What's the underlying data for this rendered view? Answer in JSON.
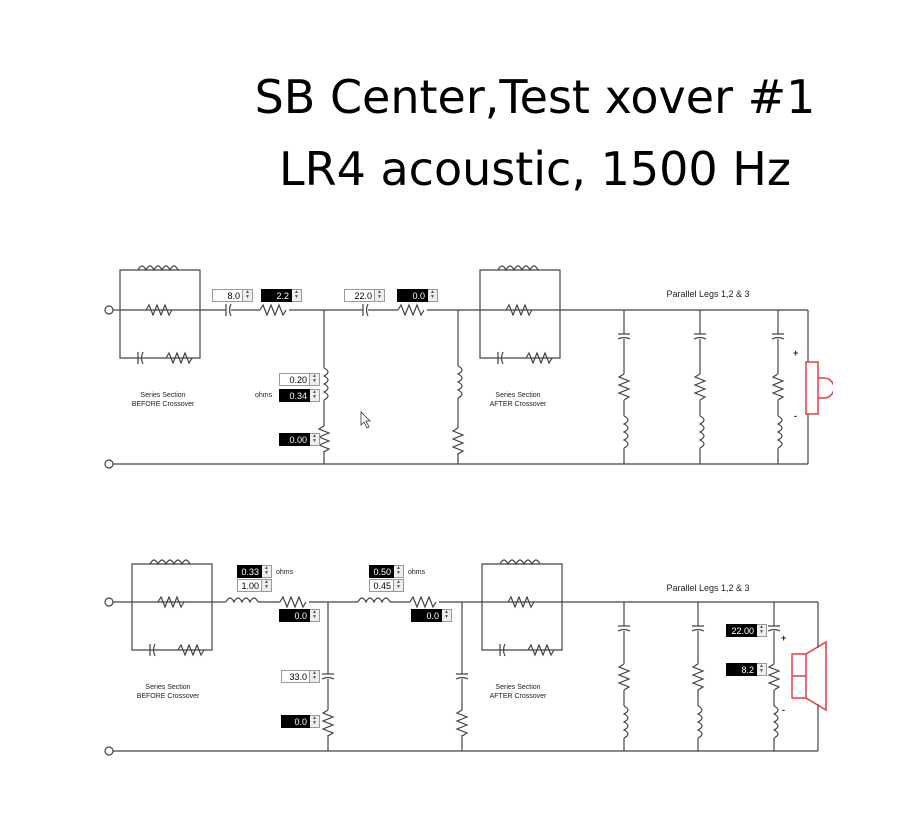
{
  "slide": {
    "title_line1": "SB Center,Test xover #1",
    "title_line2": "LR4 acoustic, 1500 Hz"
  },
  "top_circuit": {
    "parallel_legs_label": "Parallel Legs 1,2 & 3",
    "series_before_line1": "Series Section",
    "series_before_line2": "BEFORE Crossover",
    "series_after_line1": "Series Section",
    "series_after_line2": "AFTER Crossover",
    "ohms_label": "ohms",
    "plus_label": "+",
    "minus_label": "-",
    "c1_value": "8.0",
    "r1_value": "2.2",
    "c2_value": "22.0",
    "r2_value": "0.0",
    "shunt_l_value": "0.20",
    "shunt_l_ohms_value": "0.34",
    "shunt_r_value": "0.00"
  },
  "bottom_circuit": {
    "parallel_legs_label": "Parallel Legs 1,2 & 3",
    "series_before_line1": "Series Section",
    "series_before_line2": "BEFORE Crossover",
    "series_after_line1": "Series Section",
    "series_after_line2": "AFTER Crossover",
    "ohms_label_1": "ohms",
    "ohms_label_2": "ohms",
    "plus_label": "+",
    "minus_label": "-",
    "l1_ohms_value": "0.33",
    "l1_value": "1.00",
    "r1_value": "0.0",
    "l2_ohms_value": "0.50",
    "l2_value": "0.45",
    "r2_value": "0.0",
    "shunt_c_value": "33.0",
    "shunt_r_value": "0.0",
    "leg3_c_value": "22.00",
    "leg3_r_value": "8.2"
  },
  "colors": {
    "wire": "#444444",
    "speaker": "#e04040",
    "dark_box": "#000000"
  }
}
